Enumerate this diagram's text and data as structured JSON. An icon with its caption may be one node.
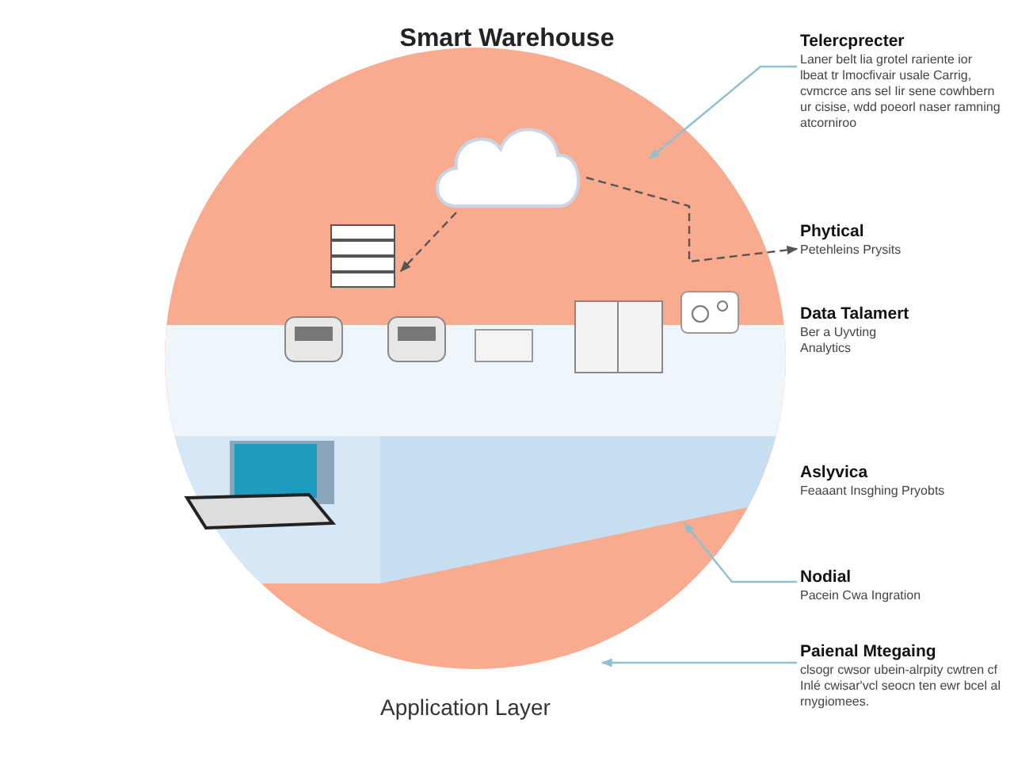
{
  "diagram": {
    "title": "Smart Warehouse",
    "nodes": [
      {
        "text": [],
        "shape": "cloud"
      },
      {
        "text": [],
        "shape": "picture"
      },
      {
        "text": [
          "Telercprecter",
          "Laner belt lia grotel rariente ior lbeat tr lmocfivair usale Carrig, cvmcrce ans sel Iir sene cowhbern ur cisise, wdd poeorl naser ramning atcorniroo"
        ]
      },
      {
        "text": [
          "Phytical",
          "Petehleins Prysits"
        ]
      },
      {
        "text": [
          "Data Talamert",
          "Ber a Uyvting",
          "Analytics"
        ]
      },
      {
        "text": [
          "Aslyvica",
          "Feaaant Insghing Pryobts"
        ]
      },
      {
        "text": [
          "Nodial",
          "Pacein Cwa Ingration"
        ]
      },
      {
        "text": [
          "Paienal Mtegaing",
          "clsogr cwsor ubein-alrpity cwtren cf Inlé cwisar'vcl seocn ten ewr bcel al rnygiomees."
        ]
      }
    ],
    "edges": [
      {
        "from": 2,
        "to": null,
        "arrow": "to"
      },
      {
        "from": 0,
        "to": 3,
        "arrow": "to",
        "style": "dashed",
        "color": "#555555"
      },
      {
        "from": 0,
        "to": 1,
        "arrow": "to",
        "style": "dashed",
        "color": "#555555"
      },
      {
        "from": 6,
        "to": null,
        "arrow": "to"
      },
      {
        "from": 7,
        "to": null,
        "arrow": "to"
      }
    ],
    "labels": [
      "Application Layer"
    ]
  }
}
